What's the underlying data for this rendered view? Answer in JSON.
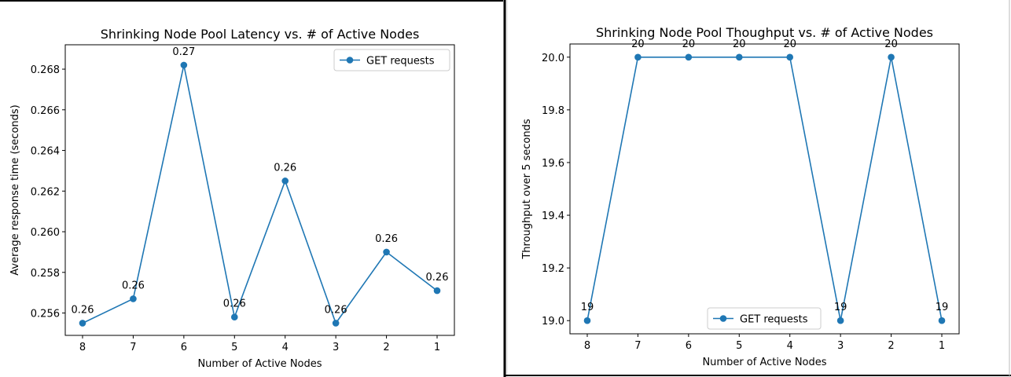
{
  "window": {
    "frame_color": "#000000",
    "background": "#ffffff"
  },
  "chart_data": [
    {
      "type": "line",
      "title": "Shrinking Node Pool Latency vs. # of Active Nodes",
      "xlabel": "Number of Active Nodes",
      "ylabel": "Average response time (seconds)",
      "categories": [
        "8",
        "7",
        "6",
        "5",
        "4",
        "3",
        "2",
        "1"
      ],
      "series": [
        {
          "name": "GET requests",
          "color": "#1f77b4",
          "values": [
            0.2555,
            0.2567,
            0.2682,
            0.2558,
            0.2625,
            0.2555,
            0.259,
            0.2571
          ],
          "data_labels": [
            "0.26",
            "0.26",
            "0.27",
            "0.26",
            "0.26",
            "0.26",
            "0.26",
            "0.26"
          ]
        }
      ],
      "ylim": [
        0.2549,
        0.2692
      ],
      "yticks": [
        0.256,
        0.258,
        0.26,
        0.262,
        0.264,
        0.266,
        0.268
      ],
      "ytick_labels": [
        "0.256",
        "0.258",
        "0.260",
        "0.262",
        "0.264",
        "0.266",
        "0.268"
      ],
      "legend": "upper right",
      "grid": false
    },
    {
      "type": "line",
      "title": "Shrinking Node Pool Thoughput vs. # of Active Nodes",
      "xlabel": "Number of Active Nodes",
      "ylabel": "Throughput over 5 seconds",
      "categories": [
        "8",
        "7",
        "6",
        "5",
        "4",
        "3",
        "2",
        "1"
      ],
      "series": [
        {
          "name": "GET requests",
          "color": "#1f77b4",
          "values": [
            19,
            20,
            20,
            20,
            20,
            19,
            20,
            19
          ],
          "data_labels": [
            "19",
            "20",
            "20",
            "20",
            "20",
            "19",
            "20",
            "19"
          ]
        }
      ],
      "ylim": [
        18.95,
        20.05
      ],
      "yticks": [
        19.0,
        19.2,
        19.4,
        19.6,
        19.8,
        20.0
      ],
      "ytick_labels": [
        "19.0",
        "19.2",
        "19.4",
        "19.6",
        "19.8",
        "20.0"
      ],
      "legend": "lower center",
      "grid": false
    }
  ]
}
